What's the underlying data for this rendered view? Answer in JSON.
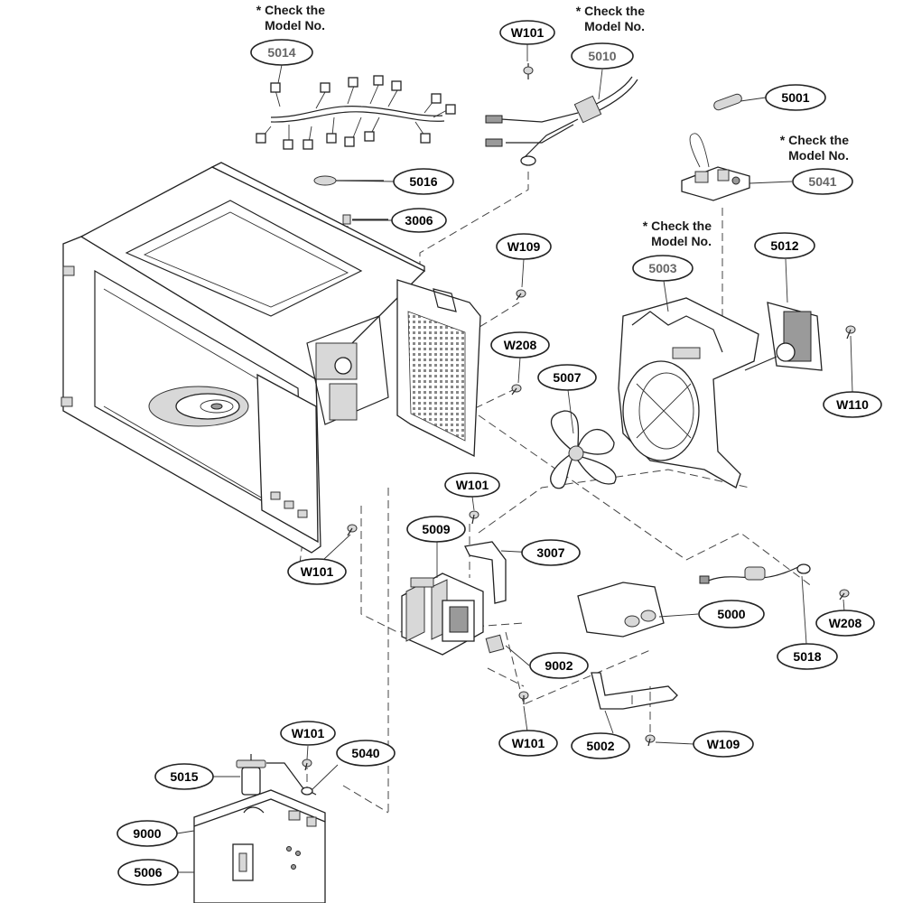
{
  "notes": {
    "check_model_1": "* Check the\nModel No.",
    "check_model_2": "* Check the\nModel No.",
    "check_model_3": "* Check the\nModel No.",
    "check_model_4": "* Check the\nModel No."
  },
  "labels": {
    "p5014": "5014",
    "w101_top": "W101",
    "p5010": "5010",
    "p5001": "5001",
    "p5041": "5041",
    "p5016": "5016",
    "p3006": "3006",
    "w109_top": "W109",
    "p5003": "5003",
    "p5012": "5012",
    "w208_mid": "W208",
    "p5007": "5007",
    "w110": "W110",
    "w101_mid": "W101",
    "p5009": "5009",
    "p3007": "3007",
    "w101_left": "W101",
    "p5000": "5000",
    "w208_right": "W208",
    "p5018": "5018",
    "p9002": "9002",
    "w101_bottom": "W101",
    "p5002": "5002",
    "w109_bottom": "W109",
    "w101_lower": "W101",
    "p5040": "5040",
    "p5015": "5015",
    "p9000": "9000",
    "p5006": "5006"
  }
}
